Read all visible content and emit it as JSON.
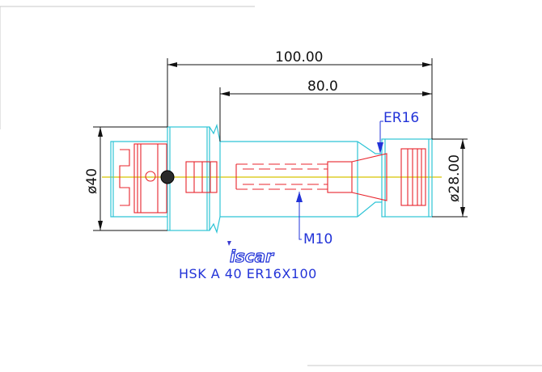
{
  "colors": {
    "outline": "#2ec4d6",
    "hidden": "#e8242c",
    "dimension": "#111111",
    "annotation": "#2233d8",
    "centerline": "#d8c400",
    "background": "#ffffff"
  },
  "dimensions": {
    "overall_length": "100.00",
    "projection_length": "80.0",
    "flange_diameter": "ø40",
    "nut_diameter": "ø28.00"
  },
  "callouts": {
    "collet": "ER16",
    "thread": "M10"
  },
  "logo": {
    "text": "iscar"
  },
  "caption": "HSK A 40 ER16X100"
}
